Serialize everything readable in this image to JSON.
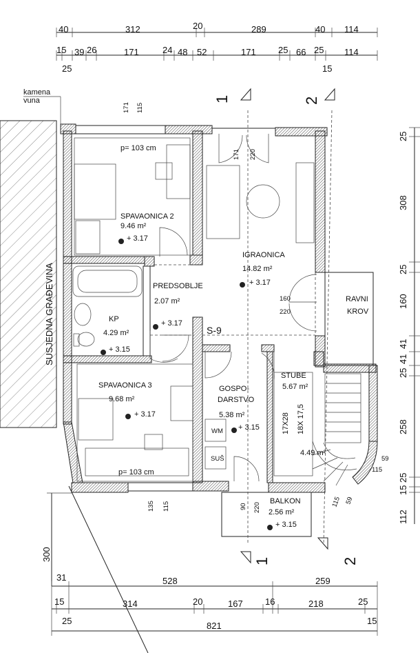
{
  "dims_top": {
    "row1": [
      "40",
      "312",
      "20",
      "289",
      "40",
      "114"
    ],
    "row2": [
      "15",
      "39",
      "26",
      "171",
      "24",
      "48",
      "52",
      "171",
      "25",
      "66",
      "25",
      "114"
    ],
    "row3": [
      "25",
      "15"
    ]
  },
  "dims_right": [
    "25",
    "308",
    "25",
    "160",
    "41",
    "41",
    "25",
    "258",
    "25",
    "15",
    "112"
  ],
  "dims_bottom": {
    "row1": [
      "31",
      "528",
      "259"
    ],
    "row2": [
      "15",
      "314",
      "20",
      "167",
      "16",
      "218",
      "25"
    ],
    "row3": [
      "25",
      "15"
    ],
    "total": "821"
  },
  "dim_left": "300",
  "top_note": {
    "line1": "kamena",
    "line2": "vuna"
  },
  "neighbour_label": "SUSJEDNA GRAĐEVINA",
  "section_marks": {
    "s1": "1",
    "s2": "2"
  },
  "rooms": {
    "spavaonica2": {
      "name": "SPAVAONICA 2",
      "area": "9.46 m²",
      "level": "+ 3.17",
      "window": "p= 103 cm"
    },
    "igraonica": {
      "name": "IGRAONICA",
      "area": "14.82 m²",
      "level": "+ 3.17"
    },
    "predsoblje": {
      "name": "PREDSOBLJE",
      "area": "2.07 m²",
      "level": "+ 3.17"
    },
    "kp": {
      "name": "KP",
      "area": "4.29 m²",
      "level": "+ 3.15"
    },
    "spavaonica3": {
      "name": "SPAVAONICA 3",
      "area": "9.68 m²",
      "level": "+ 3.17",
      "window": "p= 103 cm"
    },
    "gospodarstvo": {
      "name1": "GOSPO-",
      "name2": "DARSTVO",
      "area": "5.38 m²",
      "level": "+ 3.15"
    },
    "stube": {
      "name": "STUBE",
      "area": "5.67 m²",
      "stair1": "17X28",
      "stair2": "18X 17,5",
      "area2": "4.49 m²"
    },
    "balkon": {
      "name": "BALKON",
      "area": "2.56 m²",
      "level": "+ 3.15"
    },
    "ravni_krov": {
      "line1": "RAVNI",
      "line2": "KROV"
    }
  },
  "openings": {
    "top_left_w": "171",
    "top_left_h": "115",
    "top_door_w": "171",
    "top_door_h": "220",
    "right_door_w": "160",
    "right_door_h": "220",
    "bottom_win_w": "135",
    "bottom_win_h": "115",
    "balkon_door_w": "90",
    "balkon_door_h": "220",
    "bay_a": "59",
    "bay_b": "115",
    "bay_c": "115",
    "bay_d": "59"
  },
  "appliances": {
    "wm": "WM",
    "sus": "SUŠ"
  },
  "chimney": "S-9"
}
